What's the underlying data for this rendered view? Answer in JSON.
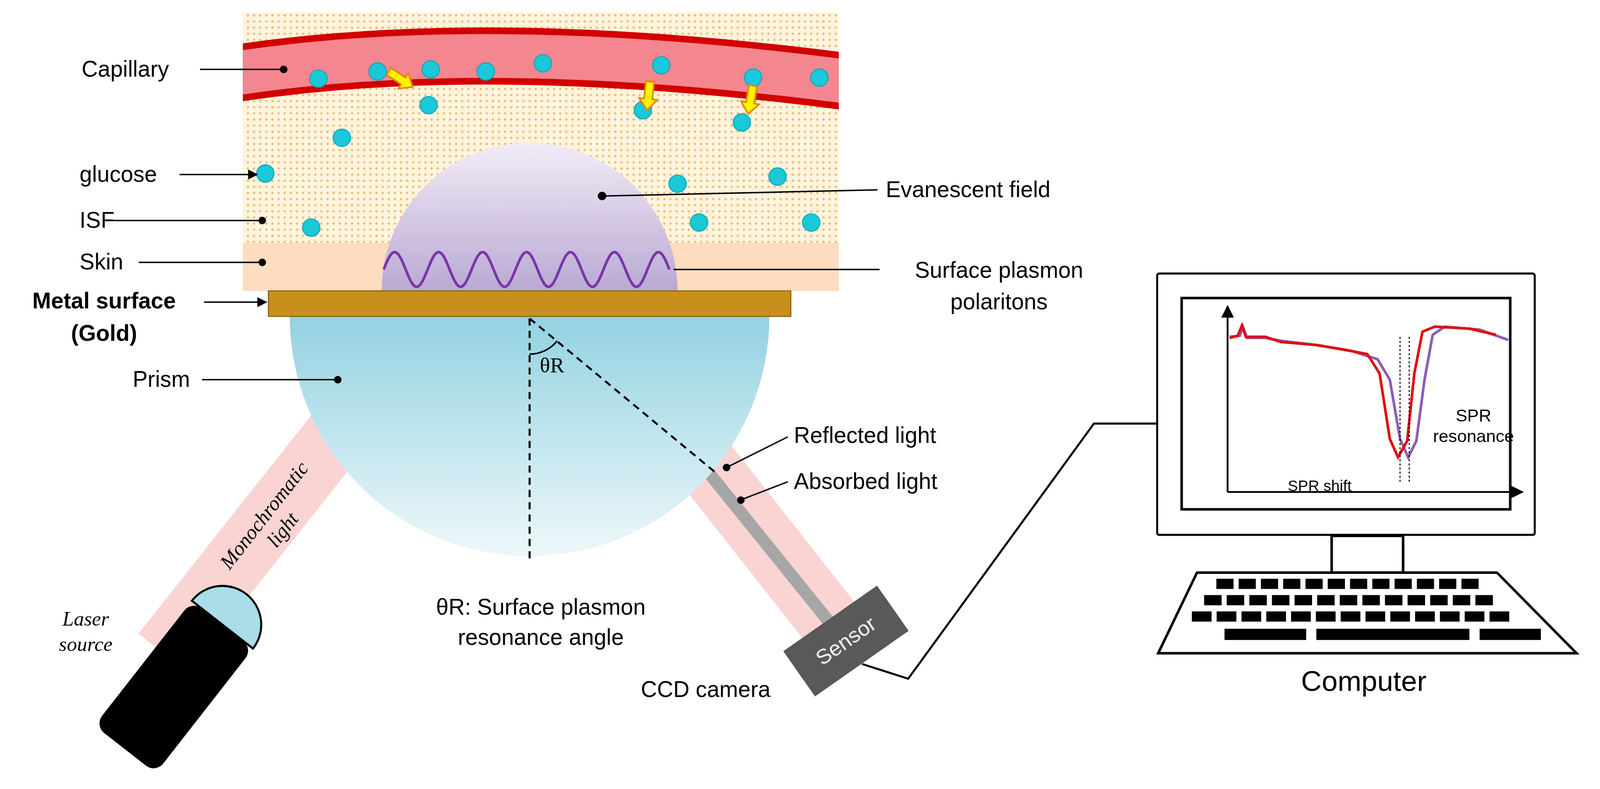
{
  "diagram": {
    "nodes": [
      {
        "text": [
          "Sensor"
        ]
      },
      {
        "text": [
          "Computer"
        ]
      }
    ],
    "edges": [
      {
        "from": 0,
        "to": 1,
        "arrow": "none"
      }
    ],
    "labels": [
      "Capillary",
      "glucose",
      "ISF",
      "Skin",
      "Metal surface (Gold)",
      "Prism",
      "Evanescent field",
      "Surface plasmon polaritons",
      "θR",
      "Reflected light",
      "Absorbed light",
      "Monochromatic light",
      "Laser source",
      "θR: Surface plasmon resonance angle",
      "CCD camera",
      "SPR resonance",
      "SPR shift"
    ]
  }
}
